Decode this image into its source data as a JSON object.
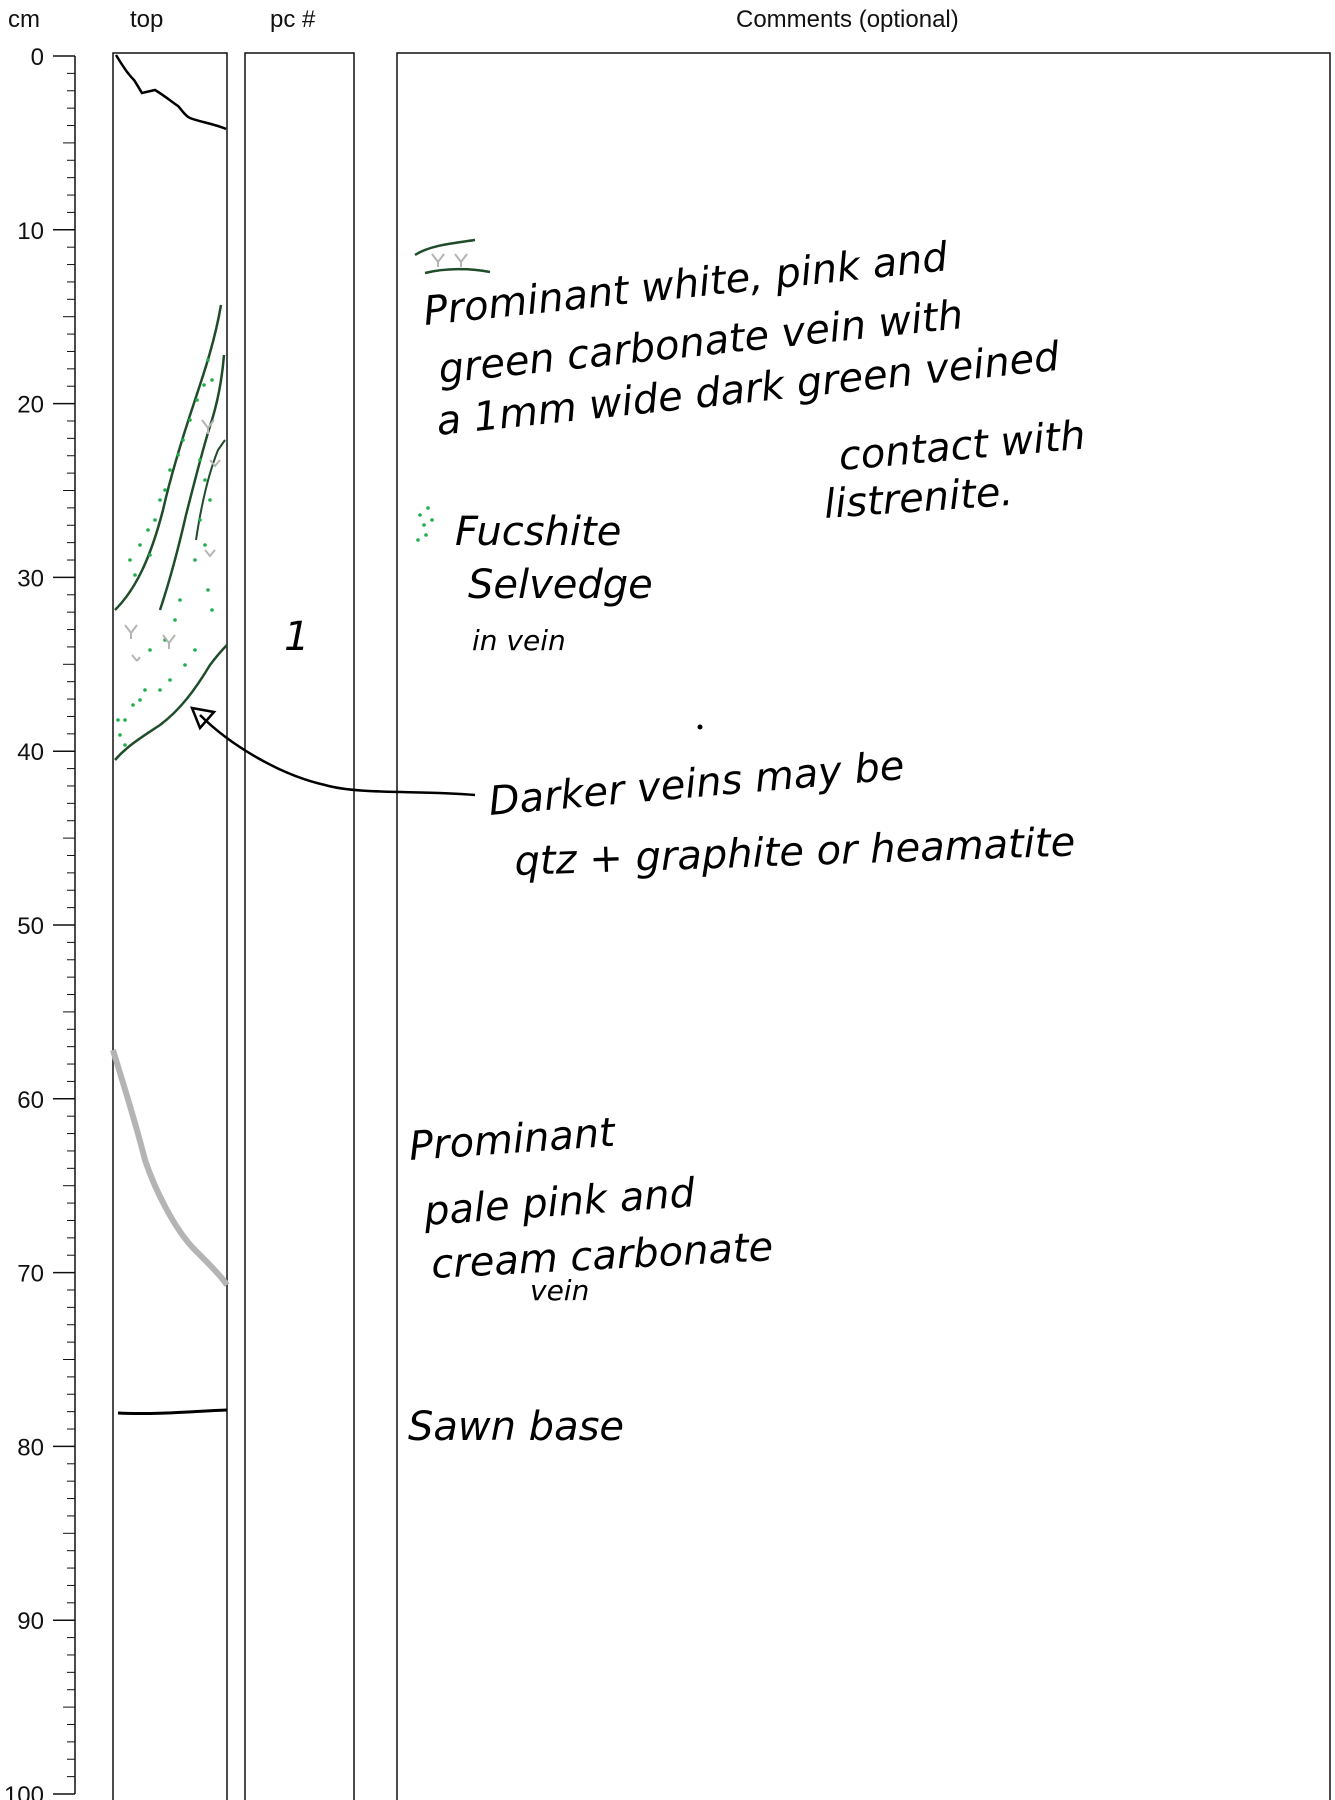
{
  "headers": {
    "depth_unit": "cm",
    "top": "top",
    "piece_number": "pc #",
    "comments": "Comments (optional)"
  },
  "depth_scale": {
    "min": 0,
    "max": 100,
    "major_step": 10,
    "minor_step": 1,
    "labels": [
      "0",
      "10",
      "20",
      "30",
      "40",
      "50",
      "60",
      "70",
      "80",
      "90",
      "100"
    ]
  },
  "piece_numbers": [
    {
      "depth_cm": 33,
      "value": "1"
    }
  ],
  "comments": {
    "vein_note_lines": [
      "Prominant white, pink and",
      "green carbonate vein with",
      "a 1mm wide dark green veined",
      "contact with",
      "listrenite."
    ],
    "fuchsite_note_lines": [
      "Fucshite",
      "Selvedge",
      "in vein"
    ],
    "darker_veins_lines": [
      "Darker veins may be",
      "qtz + graphite or heamatite"
    ],
    "pale_vein_lines": [
      "Prominant",
      "pale pink and",
      "cream carbonate"
    ],
    "pale_vein_sub": "vein",
    "sawn_base": "Sawn base"
  },
  "colors": {
    "ink": "#000000",
    "dark_green_vein": "#1f4d2a",
    "fuchsite_green": "#1fae4a",
    "carbonate_grey": "#b4b4b4"
  },
  "features": [
    {
      "type": "contact",
      "top_cm": 0,
      "bottom_cm": 4,
      "color": "ink"
    },
    {
      "type": "vein",
      "top_cm": 14,
      "bottom_cm": 40,
      "color": "dark_green_vein",
      "infill": "fuchsite_green"
    },
    {
      "type": "vein",
      "top_cm": 57,
      "bottom_cm": 71,
      "color": "carbonate_grey"
    },
    {
      "type": "sawn_base",
      "depth_cm": 78,
      "color": "ink"
    }
  ]
}
